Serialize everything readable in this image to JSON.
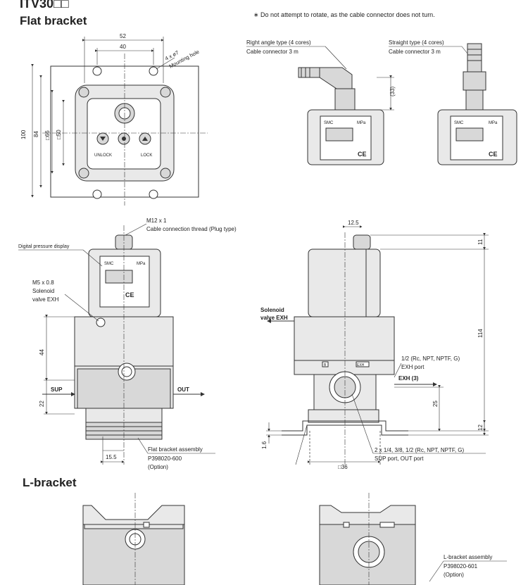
{
  "title": "ITV30□□",
  "sections": {
    "flat": "Flat bracket",
    "l": "L-bracket"
  },
  "note": "∗ Do not attempt to rotate, as the cable connector does not turn.",
  "dims": {
    "d52": "52",
    "d40": "40",
    "d100": "100",
    "d84": "84",
    "d66": "□66",
    "d50": "□50",
    "d33": "(33)",
    "d12_5": "12.5",
    "d11": "11",
    "d114": "114",
    "d25": "25",
    "d12": "12",
    "d44": "44",
    "d22": "22",
    "d15_5": "15.5",
    "d1_6": "1.6",
    "d36": "□36"
  },
  "callouts": {
    "mounting_hole": [
      "4 x ø7",
      "Mounting hole"
    ],
    "right_angle": [
      "Right angle type (4 cores)",
      "Cable connector 3 m"
    ],
    "straight": [
      "Straight type (4 cores)",
      "Cable connector 3 m"
    ],
    "m12": [
      "M12 x 1",
      "Cable connection thread (Plug type)"
    ],
    "display": "Digital pressure display",
    "m5": [
      "M5 x 0.8",
      "Solenoid",
      "valve EXH"
    ],
    "solenoid_exh": [
      "Solenoid",
      "valve EXH"
    ],
    "exh_port": [
      "1/2 (Rc, NPT, NPTF, G)",
      "EXH port"
    ],
    "exh3": "EXH (3)",
    "sup": "SUP",
    "out": "OUT",
    "flat_assy": [
      "Flat bracket assembly",
      "P398020-600",
      "(Option)"
    ],
    "ports": [
      "2 x 1/4, 3/8, 1/2 (Rc, NPT, NPTF, G)",
      "SUP port, OUT port"
    ],
    "l_assy": [
      "L-bracket assembly",
      "P398020-601",
      "(Option)"
    ]
  },
  "panel": {
    "unlock": "UNLOCK",
    "lock": "LOCK",
    "logo": "SMC",
    "unit": "MPa",
    "ce": "CE",
    "port_b": "B",
    "port_exh": "EXH"
  },
  "icons": [
    "up-arrow-button-icon",
    "down-arrow-button-icon",
    "set-button-icon",
    "ce-mark-icon",
    "smc-logo-icon"
  ]
}
